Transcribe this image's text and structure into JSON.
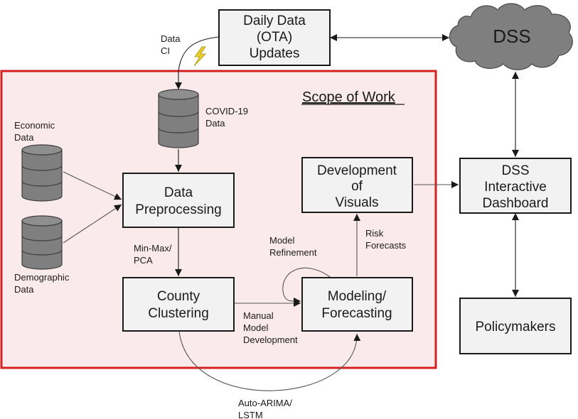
{
  "colors": {
    "scope_border": "#d42020",
    "scope_fill": "#fbeaec",
    "box_fill": "#f2f2f2",
    "cylinder_fill": "#7f7f7f",
    "cloud_fill": "#7f7f7f",
    "lightning": "#e8cf2a"
  },
  "scope": {
    "title": "Scope of Work"
  },
  "boxes": {
    "daily_data": [
      "Daily Data",
      "(OTA)",
      "Updates"
    ],
    "data_preprocessing": [
      "Data",
      "Preprocessing"
    ],
    "county_clustering": [
      "County",
      "Clustering"
    ],
    "modeling": [
      "Modeling/",
      "Forecasting"
    ],
    "visuals": [
      "Development",
      "of",
      "Visuals"
    ],
    "dss_dashboard": [
      "DSS",
      "Interactive",
      "Dashboard"
    ],
    "policymakers": [
      "Policymakers"
    ]
  },
  "cloud": {
    "label": "DSS"
  },
  "databases": {
    "covid": [
      "COVID-19",
      "Data"
    ],
    "economic": [
      "Economic",
      "Data"
    ],
    "demographic": [
      "Demographic",
      "Data"
    ]
  },
  "edge_labels": {
    "data_ci": [
      "Data",
      "CI"
    ],
    "min_max_pca": [
      "Min-Max/",
      "PCA"
    ],
    "manual_model": [
      "Manual",
      "Model",
      "Development"
    ],
    "model_refinement": [
      "Model",
      "Refinement"
    ],
    "risk_forecasts": [
      "Risk",
      "Forecasts"
    ],
    "auto_arima": [
      "Auto-ARIMA/",
      "LSTM"
    ]
  },
  "icons": {
    "lightning": "lightning-bolt-icon",
    "database": "database-cylinder-icon",
    "cloud": "cloud-icon"
  }
}
